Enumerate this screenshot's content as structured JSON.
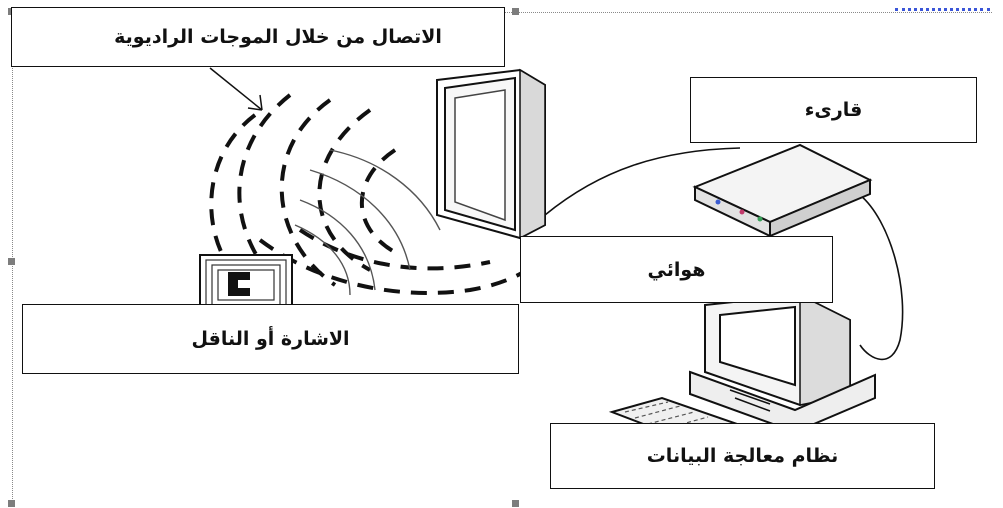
{
  "labels": {
    "radio_waves": "الاتصال من خلال الموجات الراديوية",
    "reader": "قارىء",
    "antenna": "هوائي",
    "tag": "الاشارة أو الناقل",
    "data_system": "نظام معالجة البيانات"
  },
  "colors": {
    "line": "#111111",
    "device_fill": "#f2f2f2",
    "handle": "#7d7d7d",
    "selection_dots": "#3b56d8"
  },
  "icons": [
    "antenna-icon",
    "reader-device-icon",
    "computer-icon",
    "keyboard-icon",
    "rfid-tag-icon"
  ]
}
